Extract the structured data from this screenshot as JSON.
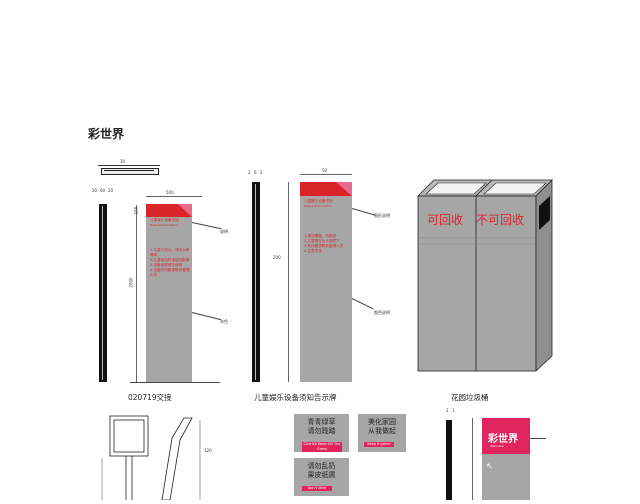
{
  "page": {
    "brand_title": "彩世界"
  },
  "captions": {
    "sign1": "020719交接",
    "sign2": "儿童娱乐设备须知告示牌",
    "bin": "花园垃圾桶"
  },
  "sign1": {
    "dims_top": [
      "20",
      "60",
      "20"
    ],
    "dim_width": "500",
    "dim_header": "150",
    "dim_height": "2000",
    "header_text": "儿童娱乐设备须知",
    "header_sub": "Notice information",
    "body_lines": "1.儿童只可以，请勿大声喧哗\n2.儿童使用时请保持距离\n3.设备维修请勿使用\n4.设备有问题请联系管理人员",
    "note_top": "说明",
    "note_bottom": "灰色"
  },
  "sign2": {
    "dims_top": [
      "2",
      "6",
      "2"
    ],
    "dim_width": "50",
    "dim_height": "200",
    "header_text": "儿童娱乐设备须知",
    "header_sub": "Notice information",
    "body_lines": "1.请勿攀爬，勿推挤\n2.儿童需在大人陪同下\n3.有问题请联系管理人员\n4.注意安全",
    "note_top": "图形说明",
    "note_bottom": "颜色说明"
  },
  "plan_top": {
    "dim": "30"
  },
  "bin": {
    "left_label": "可回收",
    "right_label": "不可回收"
  },
  "bottom_signs": {
    "s1_text": "青青绿草\n请勿践踏",
    "s1_tag": "Cherish Keep Off The Grass",
    "s2_text": "美化家园\n从我做起",
    "s2_tag": "Keep it green",
    "s3_text": "请勿乱扔\n果皮纸屑",
    "s3_tag": "Don't litter"
  },
  "bottom_left": {
    "dim": "120"
  },
  "wayfinding": {
    "dims_top": [
      "2",
      "1"
    ],
    "brand": "彩世界",
    "sub": "Welcome"
  },
  "colors": {
    "accent_red": "#d9252a",
    "magenta": "#e0245e",
    "panel_grey": "#a6a6a6"
  }
}
